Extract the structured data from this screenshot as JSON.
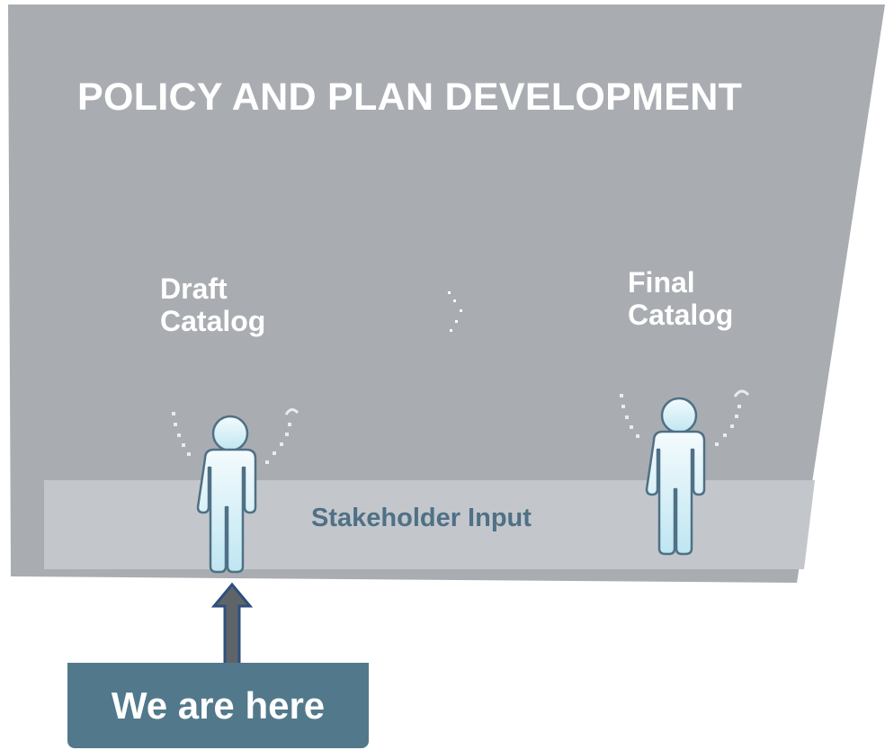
{
  "title": "POLICY AND PLAN DEVELOPMENT",
  "stages": [
    {
      "line1": "Draft",
      "line2": "Catalog"
    },
    {
      "line1": "Final",
      "line2": "Catalog"
    }
  ],
  "band_label": "Stakeholder Input",
  "marker_label": "We are here",
  "icons": [
    "person-icon",
    "person-icon",
    "up-arrow-icon"
  ],
  "colors": {
    "panel": "#a9adb2",
    "band": "#c3c7cc",
    "band_text": "#4f7085",
    "marker_box": "#52798b",
    "person_fill": "#d8f0f7",
    "person_stroke": "#4f7085"
  }
}
